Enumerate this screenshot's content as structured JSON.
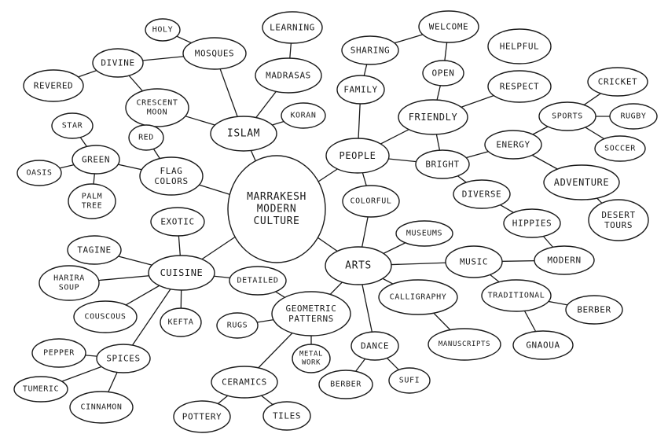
{
  "diagram": {
    "nodes": [
      {
        "id": "center",
        "lines": [
          "MARRAKESH",
          "MODERN",
          "CULTURE"
        ]
      },
      {
        "id": "islam",
        "lines": [
          "ISLAM"
        ]
      },
      {
        "id": "koran",
        "lines": [
          "KORAN"
        ]
      },
      {
        "id": "madrasas",
        "lines": [
          "MADRASAS"
        ]
      },
      {
        "id": "learning",
        "lines": [
          "LEARNING"
        ]
      },
      {
        "id": "mosques",
        "lines": [
          "MOSQUES"
        ]
      },
      {
        "id": "holy",
        "lines": [
          "HOLY"
        ]
      },
      {
        "id": "divine",
        "lines": [
          "DIVINE"
        ]
      },
      {
        "id": "revered",
        "lines": [
          "REVERED"
        ]
      },
      {
        "id": "crescent",
        "lines": [
          "CRESCENT",
          "MOON"
        ]
      },
      {
        "id": "red",
        "lines": [
          "RED"
        ]
      },
      {
        "id": "flag",
        "lines": [
          "FLAG",
          "COLORS"
        ]
      },
      {
        "id": "green",
        "lines": [
          "GREEN"
        ]
      },
      {
        "id": "star",
        "lines": [
          "STAR"
        ]
      },
      {
        "id": "oasis",
        "lines": [
          "OASIS"
        ]
      },
      {
        "id": "palm",
        "lines": [
          "PALM",
          "TREE"
        ]
      },
      {
        "id": "people",
        "lines": [
          "PEOPLE"
        ]
      },
      {
        "id": "family",
        "lines": [
          "FAMILY"
        ]
      },
      {
        "id": "sharing",
        "lines": [
          "SHARING"
        ]
      },
      {
        "id": "welcome",
        "lines": [
          "WELCOME"
        ]
      },
      {
        "id": "open",
        "lines": [
          "OPEN"
        ]
      },
      {
        "id": "helpful",
        "lines": [
          "HELPFUL"
        ]
      },
      {
        "id": "friendly",
        "lines": [
          "FRIENDLY"
        ]
      },
      {
        "id": "respect",
        "lines": [
          "RESPECT"
        ]
      },
      {
        "id": "bright",
        "lines": [
          "BRIGHT"
        ]
      },
      {
        "id": "energy",
        "lines": [
          "ENERGY"
        ]
      },
      {
        "id": "sports",
        "lines": [
          "SPORTS"
        ]
      },
      {
        "id": "cricket",
        "lines": [
          "CRICKET"
        ]
      },
      {
        "id": "rugby",
        "lines": [
          "RUGBY"
        ]
      },
      {
        "id": "soccer",
        "lines": [
          "SOCCER"
        ]
      },
      {
        "id": "adventure",
        "lines": [
          "ADVENTURE"
        ]
      },
      {
        "id": "desert",
        "lines": [
          "DESERT",
          "TOURS"
        ]
      },
      {
        "id": "diverse",
        "lines": [
          "DIVERSE"
        ]
      },
      {
        "id": "hippies",
        "lines": [
          "HIPPIES"
        ]
      },
      {
        "id": "colorful",
        "lines": [
          "COLORFUL"
        ]
      },
      {
        "id": "arts",
        "lines": [
          "ARTS"
        ]
      },
      {
        "id": "museums",
        "lines": [
          "MUSEUMS"
        ]
      },
      {
        "id": "music",
        "lines": [
          "MUSIC"
        ]
      },
      {
        "id": "modern",
        "lines": [
          "MODERN"
        ]
      },
      {
        "id": "traditional",
        "lines": [
          "TRADITIONAL"
        ]
      },
      {
        "id": "berber1",
        "lines": [
          "BERBER"
        ]
      },
      {
        "id": "gnaoua",
        "lines": [
          "GNAOUA"
        ]
      },
      {
        "id": "calligraphy",
        "lines": [
          "CALLIGRAPHY"
        ]
      },
      {
        "id": "manuscripts",
        "lines": [
          "MANUSCRIPTS"
        ]
      },
      {
        "id": "dance",
        "lines": [
          "DANCE"
        ]
      },
      {
        "id": "berber2",
        "lines": [
          "BERBER"
        ]
      },
      {
        "id": "sufi",
        "lines": [
          "SUFI"
        ]
      },
      {
        "id": "geometric",
        "lines": [
          "GEOMETRIC",
          "PATTERNS"
        ]
      },
      {
        "id": "detailed",
        "lines": [
          "DETAILED"
        ]
      },
      {
        "id": "rugs",
        "lines": [
          "RUGS"
        ]
      },
      {
        "id": "metal",
        "lines": [
          "METAL",
          "WORK"
        ]
      },
      {
        "id": "ceramics",
        "lines": [
          "CERAMICS"
        ]
      },
      {
        "id": "pottery",
        "lines": [
          "POTTERY"
        ]
      },
      {
        "id": "tiles",
        "lines": [
          "TILES"
        ]
      },
      {
        "id": "cuisine",
        "lines": [
          "CUISINE"
        ]
      },
      {
        "id": "exotic",
        "lines": [
          "EXOTIC"
        ]
      },
      {
        "id": "tagine",
        "lines": [
          "TAGINE"
        ]
      },
      {
        "id": "harira",
        "lines": [
          "HARIRA",
          "SOUP"
        ]
      },
      {
        "id": "couscous",
        "lines": [
          "COUSCOUS"
        ]
      },
      {
        "id": "kefta",
        "lines": [
          "KEFTA"
        ]
      },
      {
        "id": "spices",
        "lines": [
          "SPICES"
        ]
      },
      {
        "id": "pepper",
        "lines": [
          "PEPPER"
        ]
      },
      {
        "id": "tumeric",
        "lines": [
          "TUMERIC"
        ]
      },
      {
        "id": "cinnamon",
        "lines": [
          "CINNAMON"
        ]
      }
    ],
    "edges": [
      [
        "center",
        "islam"
      ],
      [
        "islam",
        "koran"
      ],
      [
        "islam",
        "madrasas"
      ],
      [
        "madrasas",
        "learning"
      ],
      [
        "islam",
        "mosques"
      ],
      [
        "mosques",
        "holy"
      ],
      [
        "mosques",
        "divine"
      ],
      [
        "divine",
        "revered"
      ],
      [
        "divine",
        "crescent"
      ],
      [
        "crescent",
        "islam"
      ],
      [
        "crescent",
        "red"
      ],
      [
        "red",
        "flag"
      ],
      [
        "center",
        "flag"
      ],
      [
        "flag",
        "green"
      ],
      [
        "green",
        "star"
      ],
      [
        "green",
        "oasis"
      ],
      [
        "green",
        "palm"
      ],
      [
        "center",
        "people"
      ],
      [
        "people",
        "family"
      ],
      [
        "family",
        "sharing"
      ],
      [
        "sharing",
        "welcome"
      ],
      [
        "welcome",
        "open"
      ],
      [
        "open",
        "friendly"
      ],
      [
        "people",
        "friendly"
      ],
      [
        "friendly",
        "respect"
      ],
      [
        "friendly",
        "bright"
      ],
      [
        "people",
        "bright"
      ],
      [
        "bright",
        "energy"
      ],
      [
        "energy",
        "sports"
      ],
      [
        "sports",
        "cricket"
      ],
      [
        "sports",
        "rugby"
      ],
      [
        "sports",
        "soccer"
      ],
      [
        "energy",
        "adventure"
      ],
      [
        "adventure",
        "desert"
      ],
      [
        "bright",
        "diverse"
      ],
      [
        "diverse",
        "hippies"
      ],
      [
        "hippies",
        "modern"
      ],
      [
        "people",
        "colorful"
      ],
      [
        "colorful",
        "arts"
      ],
      [
        "center",
        "arts"
      ],
      [
        "arts",
        "museums"
      ],
      [
        "arts",
        "music"
      ],
      [
        "music",
        "modern"
      ],
      [
        "music",
        "traditional"
      ],
      [
        "traditional",
        "berber1"
      ],
      [
        "traditional",
        "gnaoua"
      ],
      [
        "arts",
        "calligraphy"
      ],
      [
        "calligraphy",
        "manuscripts"
      ],
      [
        "arts",
        "dance"
      ],
      [
        "dance",
        "berber2"
      ],
      [
        "dance",
        "sufi"
      ],
      [
        "arts",
        "geometric"
      ],
      [
        "geometric",
        "detailed"
      ],
      [
        "geometric",
        "rugs"
      ],
      [
        "geometric",
        "metal"
      ],
      [
        "geometric",
        "ceramics"
      ],
      [
        "ceramics",
        "pottery"
      ],
      [
        "ceramics",
        "tiles"
      ],
      [
        "center",
        "cuisine"
      ],
      [
        "cuisine",
        "exotic"
      ],
      [
        "cuisine",
        "tagine"
      ],
      [
        "cuisine",
        "harira"
      ],
      [
        "cuisine",
        "couscous"
      ],
      [
        "cuisine",
        "kefta"
      ],
      [
        "cuisine",
        "detailed"
      ],
      [
        "cuisine",
        "spices"
      ],
      [
        "spices",
        "pepper"
      ],
      [
        "spices",
        "tumeric"
      ],
      [
        "spices",
        "cinnamon"
      ]
    ]
  }
}
